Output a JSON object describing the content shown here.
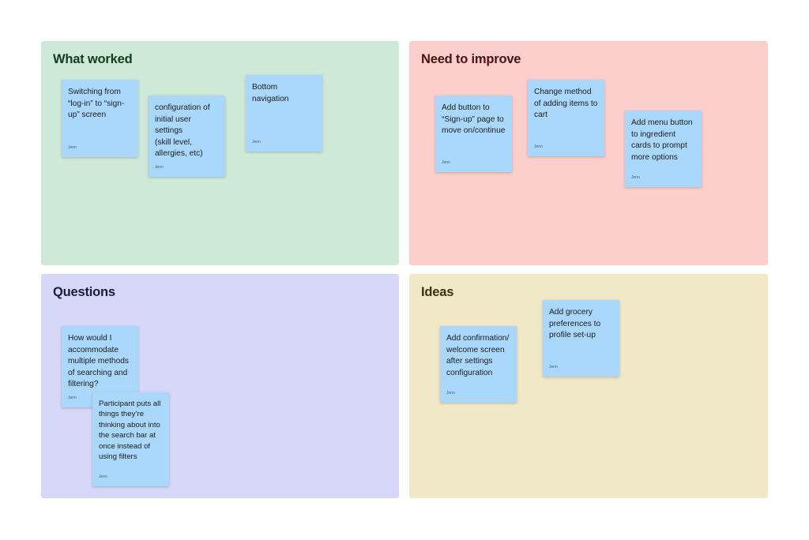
{
  "colors": {
    "what_worked_bg": "#cfe9d8",
    "need_to_improve_bg": "#fccfcc",
    "questions_bg": "#d7d7f7",
    "ideas_bg": "#f0e8c7",
    "sticky_bg": "#aad8fc",
    "what_worked_title": "#123d1f",
    "need_to_improve_title": "#4a1212",
    "questions_title": "#1c1c3a",
    "ideas_title": "#3a3212"
  },
  "sections": {
    "what_worked": {
      "title": "What worked",
      "notes": [
        {
          "text": "Switching from “log-in” to “sign-up” screen",
          "author": "Jenn"
        },
        {
          "text": "configuration of initial user settings\n(skill level, allergies, etc)",
          "author": "Jenn"
        },
        {
          "text": "Bottom navigation",
          "author": "Jenn"
        }
      ]
    },
    "need_to_improve": {
      "title": "Need to improve",
      "notes": [
        {
          "text": "Add button to “Sign-up” page to move on/continue",
          "author": "Jenn"
        },
        {
          "text": "Change method of adding items to cart",
          "author": "Jenn"
        },
        {
          "text": "Add menu button to ingredient cards to prompt more options",
          "author": "Jenn"
        }
      ]
    },
    "questions": {
      "title": "Questions",
      "notes": [
        {
          "text": "How would I accommodate multiple methods of searching and filtering?",
          "author": "Jenn"
        },
        {
          "text": "Participant puts all things they’re thinking about into the search bar at once instead of using filters",
          "author": "Jenn"
        }
      ]
    },
    "ideas": {
      "title": "Ideas",
      "notes": [
        {
          "text": "Add confirmation/ welcome screen after settings configuration",
          "author": "Jenn"
        },
        {
          "text": "Add grocery preferences to profile set-up",
          "author": "Jenn"
        }
      ]
    }
  }
}
